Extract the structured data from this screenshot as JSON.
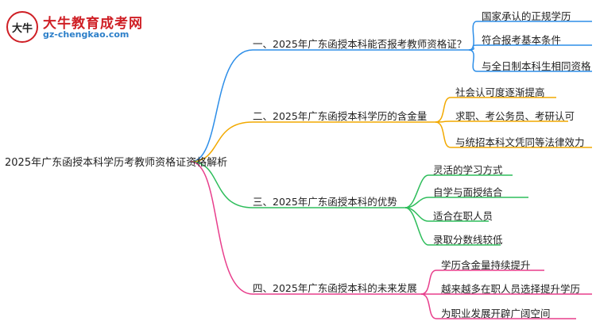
{
  "logo": {
    "mark": "大牛",
    "title": "大牛教育成考网",
    "url": "gz-chengkao.com"
  },
  "root": "2025年广东函授本科学历考教师资格证资格解析",
  "colors": {
    "branch1": "#2d8ee8",
    "branch2": "#f2a900",
    "branch3": "#2ebd5b",
    "branch4": "#e83e8c"
  },
  "branches": [
    {
      "label": "一、2025年广东函授本科能否报考教师资格证？",
      "leaves": [
        "国家承认的正规学历",
        "符合报考基本条件",
        "与全日制本科生相同资格"
      ]
    },
    {
      "label": "二、2025年广东函授本科学历的含金量",
      "leaves": [
        "社会认可度逐渐提高",
        "求职、考公务员、考研认可",
        "与统招本科文凭同等法律效力"
      ]
    },
    {
      "label": "三、2025年广东函授本科的优势",
      "leaves": [
        "灵活的学习方式",
        "自学与面授结合",
        "适合在职人员",
        "录取分数线较低"
      ]
    },
    {
      "label": "四、2025年广东函授本科的未来发展",
      "leaves": [
        "学历含金量持续提升",
        "越来越多在职人员选择提升学历",
        "为职业发展开辟广阔空间"
      ]
    }
  ]
}
